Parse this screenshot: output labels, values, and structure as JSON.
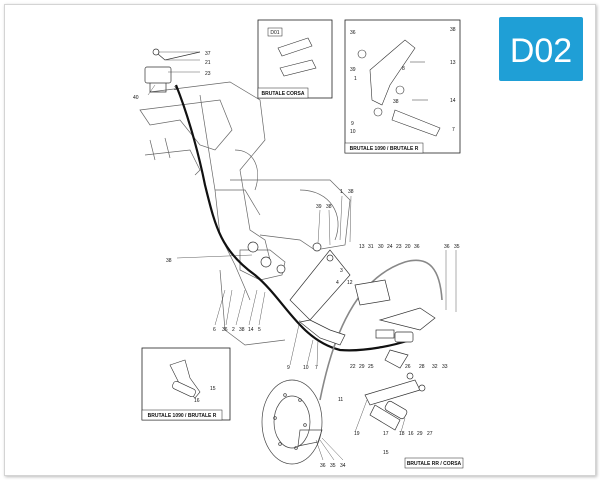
{
  "badge": {
    "text": "D02",
    "color": "#1f9fd6"
  },
  "insets": {
    "top_small": {
      "code": "D01",
      "caption": "BRUTALE CORSA"
    },
    "top_right": {
      "caption": "BRUTALE 1090 / BRUTALE R"
    },
    "bottom_left": {
      "caption": "BRUTALE 1090 / BRUTALE R"
    },
    "bottom_right": {
      "caption": "BRUTALE RR / CORSA"
    }
  },
  "callouts": [
    {
      "id": "c37a",
      "text": "37"
    },
    {
      "id": "c21",
      "text": "21"
    },
    {
      "id": "c23",
      "text": "23"
    },
    {
      "id": "c40",
      "text": "40"
    },
    {
      "id": "c3",
      "text": "3"
    },
    {
      "id": "c36a",
      "text": "36"
    },
    {
      "id": "c38a",
      "text": "38"
    },
    {
      "id": "c39a",
      "text": "39"
    },
    {
      "id": "c1a",
      "text": "1"
    },
    {
      "id": "c8a",
      "text": "8"
    },
    {
      "id": "c13a",
      "text": "13"
    },
    {
      "id": "c38b",
      "text": "38"
    },
    {
      "id": "c14a",
      "text": "14"
    },
    {
      "id": "c9a",
      "text": "9"
    },
    {
      "id": "c10a",
      "text": "10"
    },
    {
      "id": "c7a",
      "text": "7"
    },
    {
      "id": "c1b",
      "text": "1"
    },
    {
      "id": "c38c",
      "text": "38"
    },
    {
      "id": "c39b",
      "text": "39"
    },
    {
      "id": "c38d",
      "text": "38"
    },
    {
      "id": "c38e",
      "text": "38"
    },
    {
      "id": "c13b",
      "text": "13"
    },
    {
      "id": "c31",
      "text": "31"
    },
    {
      "id": "c30",
      "text": "30"
    },
    {
      "id": "c24",
      "text": "24"
    },
    {
      "id": "c23b",
      "text": "23"
    },
    {
      "id": "c20",
      "text": "20"
    },
    {
      "id": "c36b",
      "text": "36"
    },
    {
      "id": "c36c",
      "text": "36"
    },
    {
      "id": "c35a",
      "text": "35"
    },
    {
      "id": "c3b",
      "text": "3"
    },
    {
      "id": "c12",
      "text": "12"
    },
    {
      "id": "c4",
      "text": "4"
    },
    {
      "id": "c6",
      "text": "6"
    },
    {
      "id": "c36d",
      "text": "36"
    },
    {
      "id": "c2",
      "text": "2"
    },
    {
      "id": "c38f",
      "text": "38"
    },
    {
      "id": "c14b",
      "text": "14"
    },
    {
      "id": "c5",
      "text": "5"
    },
    {
      "id": "c9b",
      "text": "9"
    },
    {
      "id": "c10b",
      "text": "10"
    },
    {
      "id": "c7b",
      "text": "7"
    },
    {
      "id": "c22",
      "text": "22"
    },
    {
      "id": "c29a",
      "text": "29"
    },
    {
      "id": "c25",
      "text": "25"
    },
    {
      "id": "c26",
      "text": "26"
    },
    {
      "id": "c28",
      "text": "28"
    },
    {
      "id": "c32",
      "text": "32"
    },
    {
      "id": "c33",
      "text": "33"
    },
    {
      "id": "c11",
      "text": "11"
    },
    {
      "id": "c15a",
      "text": "15"
    },
    {
      "id": "c16",
      "text": "16"
    },
    {
      "id": "c19",
      "text": "19"
    },
    {
      "id": "c17",
      "text": "17"
    },
    {
      "id": "c18",
      "text": "18"
    },
    {
      "id": "c16b",
      "text": "16"
    },
    {
      "id": "c29b",
      "text": "29"
    },
    {
      "id": "c27",
      "text": "27"
    },
    {
      "id": "c15b",
      "text": "15"
    },
    {
      "id": "c36e",
      "text": "36"
    },
    {
      "id": "c35b",
      "text": "35"
    },
    {
      "id": "c34",
      "text": "34"
    }
  ]
}
